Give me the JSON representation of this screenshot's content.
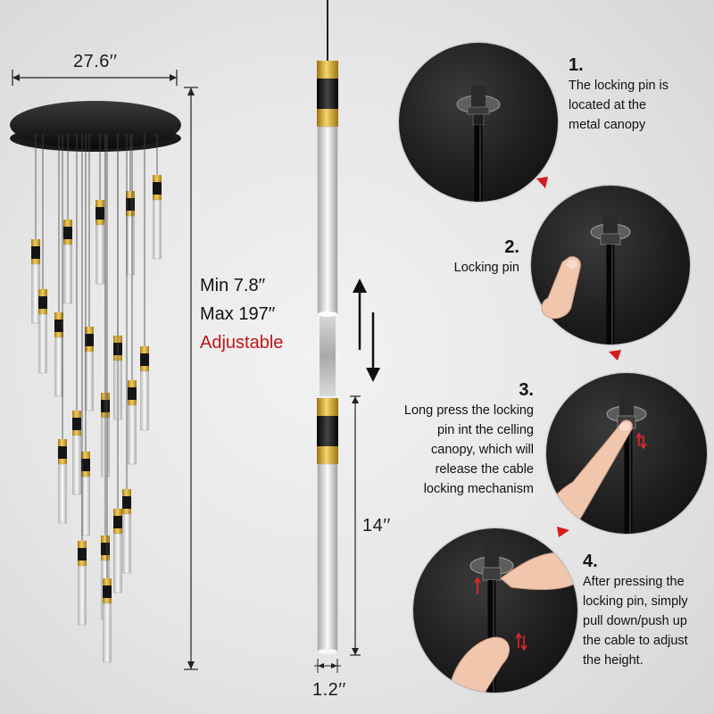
{
  "dimensions": {
    "canopy_width": "27.6′′",
    "height_min": "Min 7.8′′",
    "height_max": "Max 197′′",
    "adjustable": "Adjustable",
    "tube_length": "14′′",
    "tube_diameter": "1.2′′"
  },
  "steps": [
    {
      "number": "1.",
      "lines": [
        "The locking pin is",
        "located at the",
        "metal canopy"
      ]
    },
    {
      "number": "2.",
      "lines": [
        "Locking pin"
      ]
    },
    {
      "number": "3.",
      "lines": [
        "Long press the locking",
        "pin int the celling",
        "canopy, which will",
        "release the cable",
        "locking mechanism"
      ]
    },
    {
      "number": "4.",
      "lines": [
        "After pressing the",
        "locking pin, simply",
        "pull down/push up",
        "the cable to adjust",
        "the height."
      ]
    }
  ],
  "colors": {
    "accent_red": "#c0161a",
    "gold": "#d4a52a",
    "black": "#111111"
  },
  "icons": [
    "up-down-arrow-icon",
    "red-arrow-icon",
    "hand-icon"
  ]
}
